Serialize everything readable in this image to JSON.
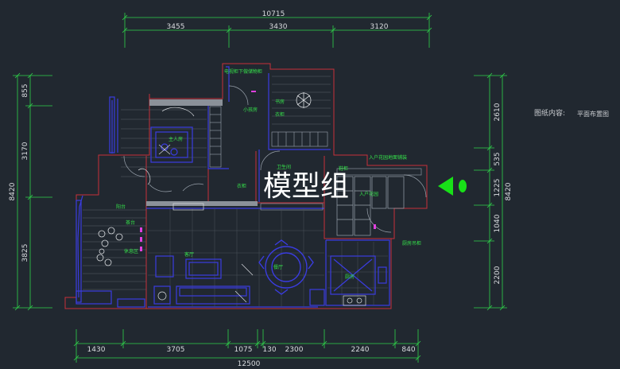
{
  "colors": {
    "background": "#212830",
    "dimension_line": "#2fd24a",
    "wall_red": "#c8313a",
    "furniture_blue": "#3a3ce0",
    "text_green": "#35e04a",
    "detail_gray": "#9aa3ad",
    "north_arrow": "#18e018"
  },
  "dimensions": {
    "top_total": "10715",
    "top_segments": [
      "3455",
      "3430",
      "3120"
    ],
    "bottom_total": "12500",
    "bottom_segments": [
      "1430",
      "3705",
      "1075",
      "130",
      "2300",
      "2240",
      "840"
    ],
    "left_total": "8420",
    "left_segments": [
      "855",
      "3170",
      "3825"
    ],
    "right_total": "8420",
    "right_segments": [
      "2610",
      "535",
      "1225",
      "1040",
      "2200"
    ]
  },
  "rooms": {
    "master_bedroom": "主人房",
    "small_bedroom": "小孩房",
    "bedroom_note": "书房",
    "kitchen": "厨房",
    "living_room": "客厅",
    "dining_room": "餐厅",
    "leisure_area": "休息区",
    "foyer": "入户花园",
    "balcony": "阳台",
    "closet": "衣柜",
    "bath": "卫生间",
    "note_top": "电视柜下做储物柜",
    "note_entry": "鞋柜",
    "note_garden": "入户花园地面铺装",
    "note_kitchen_top": "厨房吊柜",
    "note_small": "衣柜",
    "note_tea": "茶台"
  },
  "sheet": {
    "label": "图纸内容:",
    "value": "平面布置图"
  },
  "watermark": "模型组",
  "north_icon": "north-arrow-icon"
}
